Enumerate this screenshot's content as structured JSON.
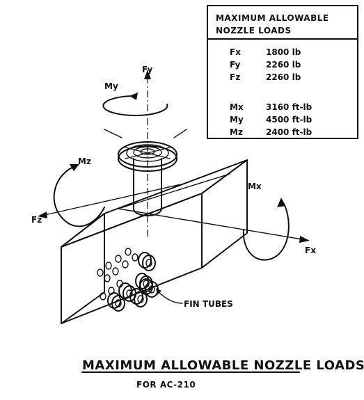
{
  "table": {
    "header": [
      "MAXIMUM ALLOWABLE",
      "NOZZLE LOADS"
    ],
    "forces": [
      {
        "label": "Fx",
        "value": "1800 lb"
      },
      {
        "label": "Fy",
        "value": "2260 lb"
      },
      {
        "label": "Fz",
        "value": "2260 lb"
      }
    ],
    "moments": [
      {
        "label": "Mx",
        "value": "3160 ft-lb"
      },
      {
        "label": "My",
        "value": "4500 ft-lb"
      },
      {
        "label": "Mz",
        "value": "2400 ft-lb"
      }
    ]
  },
  "axis_labels": {
    "fy": "Fy",
    "my": "My",
    "mz": "Mz",
    "fz": "Fz",
    "mx": "Mx",
    "fx": "Fx"
  },
  "callout": "FIN TUBES",
  "title": "MAXIMUM ALLOWABLE NOZZLE LOADS",
  "subtitle": "FOR AC-210"
}
